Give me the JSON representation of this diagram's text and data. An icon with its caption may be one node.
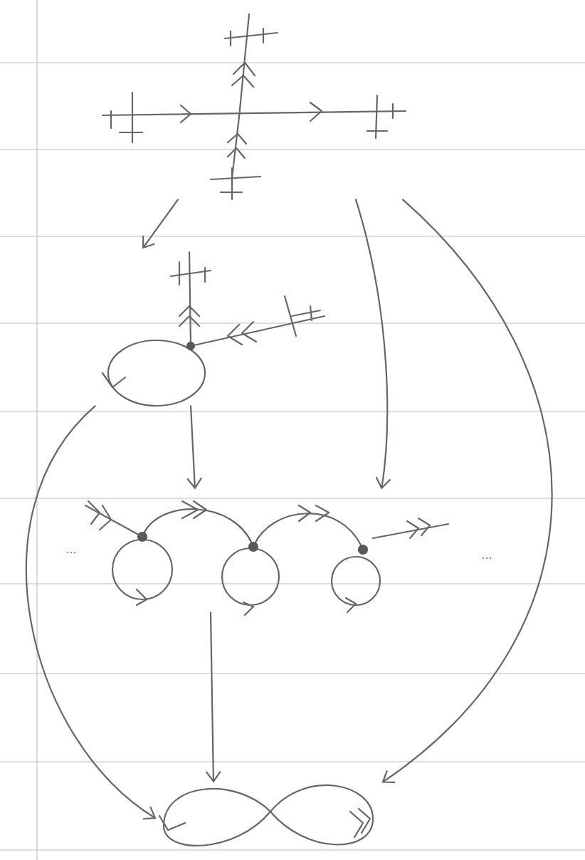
{
  "diagram": {
    "nodes": [
      {
        "text": [],
        "shape": "picture"
      },
      {
        "text": [],
        "shape": "picture"
      },
      {
        "text": [],
        "shape": "picture",
        "beside": [
          "...",
          "..."
        ]
      },
      {
        "text": [],
        "shape": "picture"
      }
    ],
    "edges": [
      {
        "from": 0,
        "to": 1,
        "arrow": "to"
      },
      {
        "from": 0,
        "to": 2,
        "arrow": "to"
      },
      {
        "from": 0,
        "to": 3,
        "arrow": "to"
      },
      {
        "from": 1,
        "to": 2,
        "arrow": "to"
      },
      {
        "from": 1,
        "to": 3,
        "arrow": "to"
      },
      {
        "from": 2,
        "to": 3,
        "arrow": "to"
      }
    ]
  }
}
